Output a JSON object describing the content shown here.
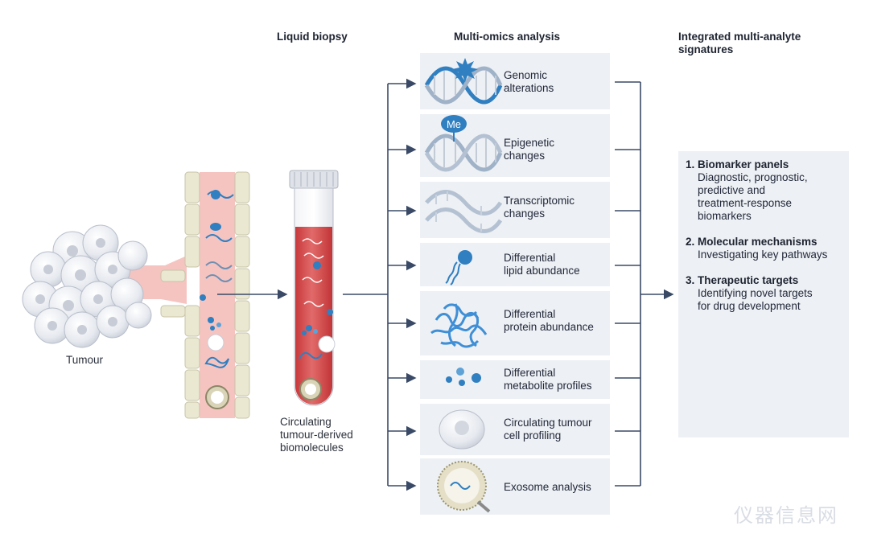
{
  "headings": {
    "liquid_biopsy": "Liquid biopsy",
    "multi_omics": "Multi-omics analysis",
    "signatures": "Integrated multi-analyte\nsignatures"
  },
  "tumour_label": "Tumour",
  "tube_caption": "Circulating\ntumour-derived\nbiomolecules",
  "methyl_badge": "Me",
  "analyses": [
    {
      "label": "Genomic\nalterations",
      "icon": "dna-mutation-icon"
    },
    {
      "label": "Epigenetic\nchanges",
      "icon": "dna-methylation-icon"
    },
    {
      "label": "Transcriptomic\nchanges",
      "icon": "rna-strands-icon"
    },
    {
      "label": "Differential\nlipid abundance",
      "icon": "lipid-icon"
    },
    {
      "label": "Differential\nprotein abundance",
      "icon": "protein-icon"
    },
    {
      "label": "Differential\nmetabolite profiles",
      "icon": "metabolite-icon"
    },
    {
      "label": "Circulating tumour\ncell profiling",
      "icon": "tumour-cell-icon"
    },
    {
      "label": "Exosome analysis",
      "icon": "exosome-icon"
    }
  ],
  "signatures": [
    {
      "title": "1. Biomarker panels",
      "desc": "Diagnostic, prognostic,\npredictive and\ntreatment-response\nbiomarkers"
    },
    {
      "title": "2. Molecular mechanisms",
      "desc": "Investigating key pathways"
    },
    {
      "title": "3. Therapeutic targets",
      "desc": "Identifying novel targets\nfor drug development"
    }
  ],
  "watermark": "仪器信息网",
  "colors": {
    "arrow": "#3a4a66",
    "card_bg": "#edf0f4",
    "dna_blue": "#2f7fc1",
    "blood_red": "#d84f50",
    "vessel_pink": "#f5c4c0",
    "vessel_wall": "#e8e6cf"
  }
}
